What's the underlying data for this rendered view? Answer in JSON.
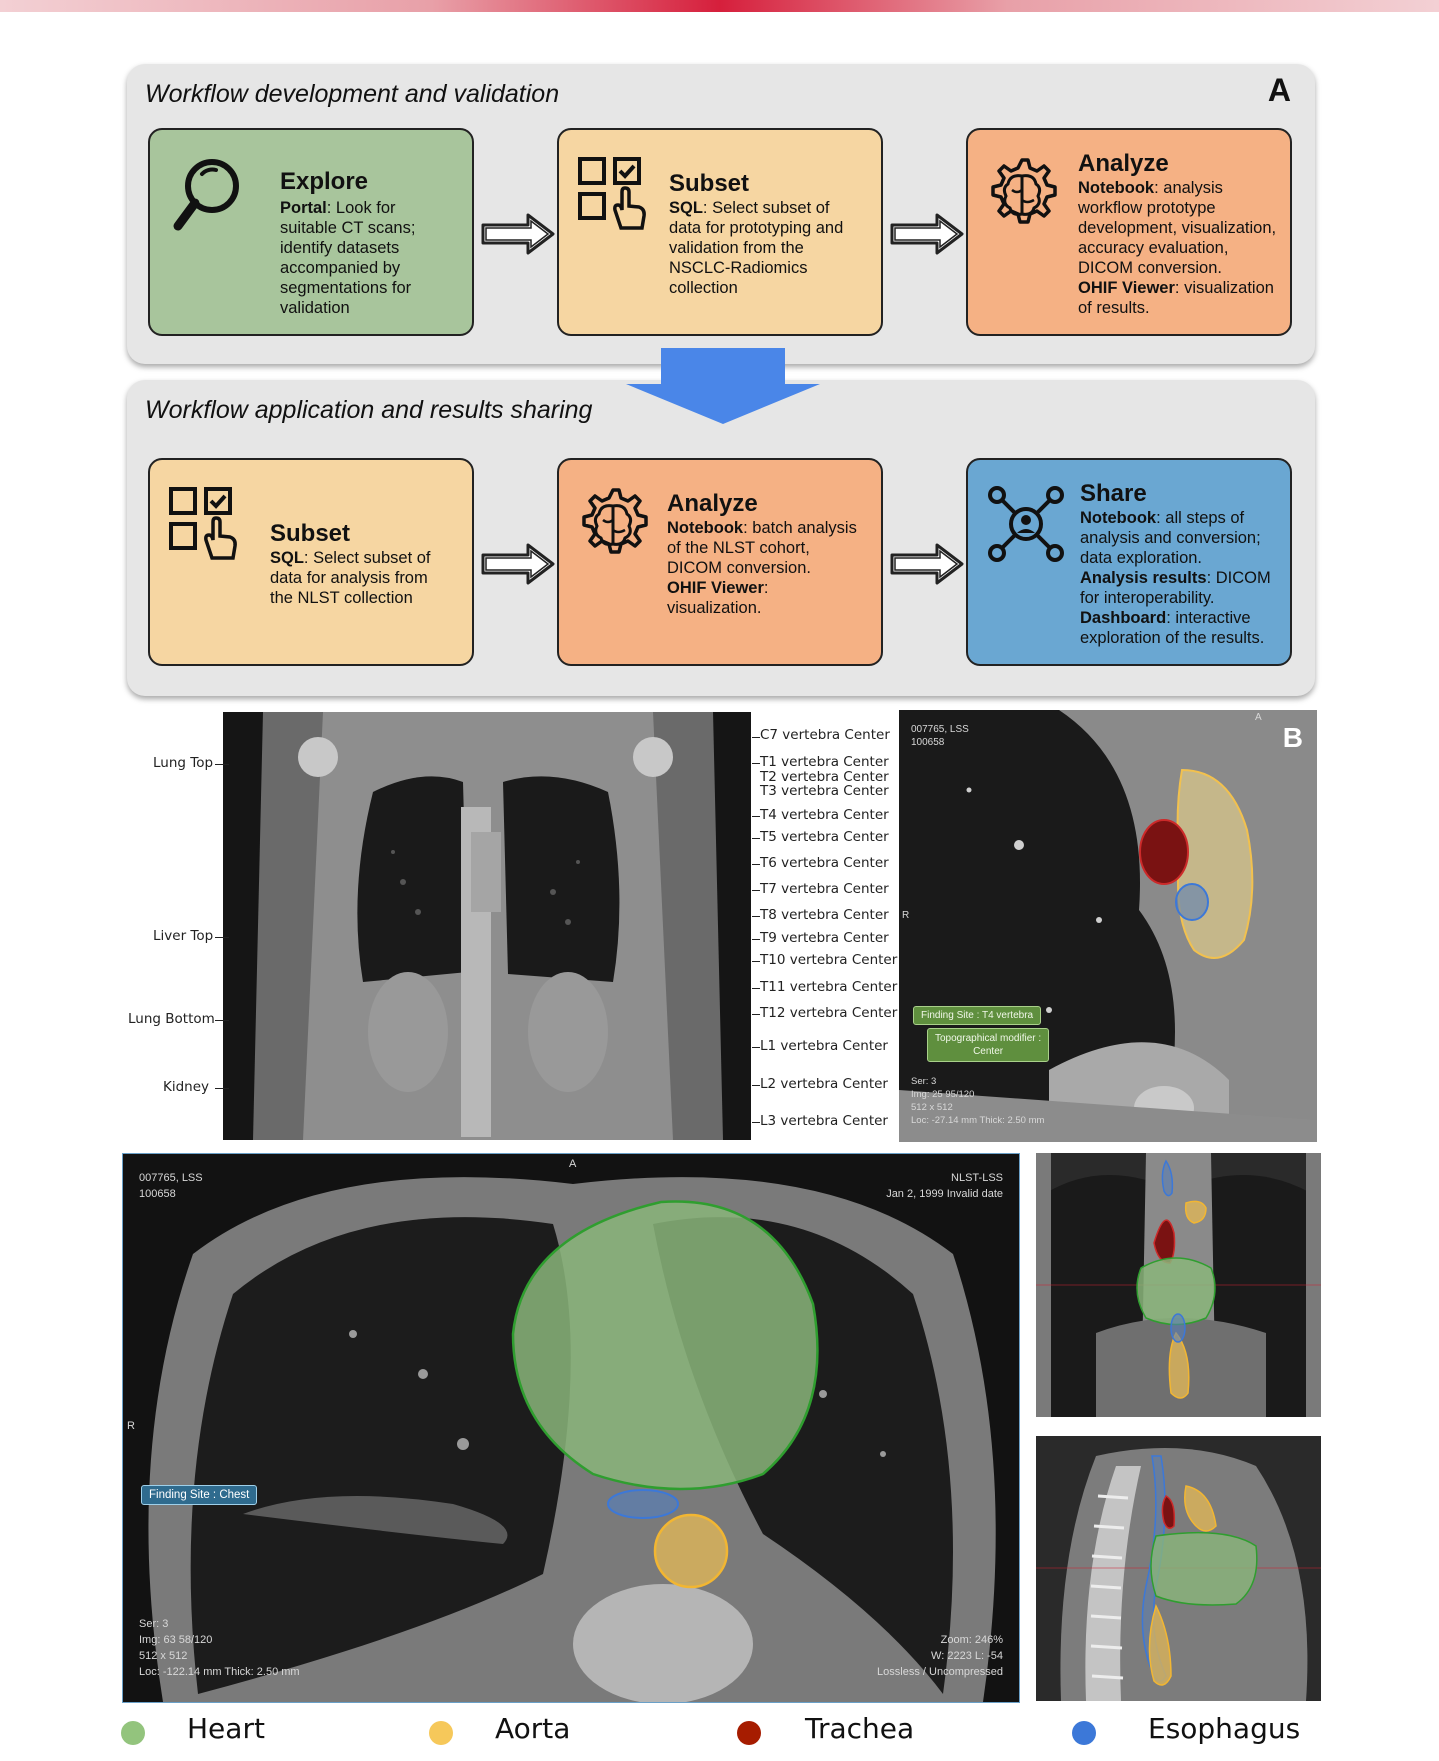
{
  "panel_a": {
    "title": "Workflow development and validation",
    "letter": "A",
    "cards": [
      {
        "title": "Explore",
        "icon": "magnifier-icon",
        "lines": [
          [
            "Portal",
            ": Look for"
          ],
          [
            "",
            "suitable CT scans;"
          ],
          [
            "",
            "identify datasets"
          ],
          [
            "",
            "accompanied by"
          ],
          [
            "",
            "segmentations for"
          ],
          [
            "",
            "validation"
          ]
        ]
      },
      {
        "title": "Subset",
        "icon": "select-grid-icon",
        "lines": [
          [
            "SQL",
            ": Select subset of"
          ],
          [
            "",
            "data for prototyping and"
          ],
          [
            "",
            "validation from the"
          ],
          [
            "",
            "NSCLC-Radiomics"
          ],
          [
            "",
            "collection"
          ]
        ]
      },
      {
        "title": "Analyze",
        "icon": "brain-gear-icon",
        "lines": [
          [
            "Notebook",
            ": analysis"
          ],
          [
            "",
            "workflow prototype"
          ],
          [
            "",
            "development, visualization,"
          ],
          [
            "",
            "accuracy evaluation,"
          ],
          [
            "",
            "DICOM conversion."
          ],
          [
            "OHIF Viewer",
            ": visualization"
          ],
          [
            "",
            "of results."
          ]
        ]
      }
    ]
  },
  "panel_b_top": {
    "title": "Workflow application and results sharing",
    "cards": [
      {
        "title": "Subset",
        "icon": "select-grid-icon",
        "lines": [
          [
            "SQL",
            ": Select subset of"
          ],
          [
            "",
            "data for analysis from"
          ],
          [
            "",
            "the NLST collection"
          ]
        ]
      },
      {
        "title": "Analyze",
        "icon": "brain-gear-icon",
        "lines": [
          [
            "Notebook",
            ": batch analysis"
          ],
          [
            "",
            "of the NLST cohort,"
          ],
          [
            "",
            "DICOM conversion."
          ],
          [
            "OHIF Viewer",
            ":"
          ],
          [
            "",
            "visualization."
          ]
        ]
      },
      {
        "title": "Share",
        "icon": "network-share-icon",
        "lines": [
          [
            "Notebook",
            ": all steps of"
          ],
          [
            "",
            "analysis and conversion;"
          ],
          [
            "",
            "data exploration."
          ],
          [
            "Analysis results",
            ": DICOM"
          ],
          [
            "",
            "for interoperability."
          ],
          [
            "Dashboard",
            ": interactive"
          ],
          [
            "",
            "exploration of the results."
          ]
        ]
      }
    ]
  },
  "coronal": {
    "left_labels": [
      "Lung Top",
      "Liver Top",
      "Lung Bottom",
      "Kidney"
    ],
    "vertebrae": [
      "C7 vertebra Center",
      "T1 vertebra Center",
      "T2 vertebra Center",
      "T3 vertebra Center",
      "T4 vertebra Center",
      "T5 vertebra Center",
      "T6 vertebra Center",
      "T7 vertebra Center",
      "T8 vertebra Center",
      "T9 vertebra Center",
      "T10 vertebra Center",
      "T11 vertebra Center",
      "T12 vertebra Center",
      "L1 vertebra Center",
      "L2 vertebra Center",
      "L3 vertebra Center"
    ]
  },
  "axial_small": {
    "letter": "B",
    "id1": "007765, LSS",
    "id2": "100658",
    "orient_top": "A",
    "orient_left": "R",
    "finding": "Finding Site : T4 vertebra",
    "modifier1": "Topographical modifier :",
    "modifier2": "Center",
    "info": [
      "Ser: 3",
      "Img: 25 95/120",
      "512 x 512",
      "Loc: -27.14 mm Thick: 2.50 mm"
    ]
  },
  "axial_big": {
    "id1": "007765, LSS",
    "id2": "100658",
    "orient_top": "A",
    "orient_left": "R",
    "study": "NLST-LSS",
    "date": "Jan 2, 1999 Invalid date",
    "finding": "Finding Site : Chest",
    "info": [
      "Ser: 3",
      "Img: 63 58/120",
      "512 x 512",
      "Loc: -122.14 mm Thick: 2.50 mm"
    ],
    "zoom": "Zoom: 246%",
    "window": "W: 2223 L: -54",
    "compression": "Lossless / Uncompressed"
  },
  "legend": [
    {
      "label": "Heart",
      "color": "#93c47d"
    },
    {
      "label": "Aorta",
      "color": "#f6c85a"
    },
    {
      "label": "Trachea",
      "color": "#a61c00"
    },
    {
      "label": "Esophagus",
      "color": "#3c78d8"
    }
  ]
}
